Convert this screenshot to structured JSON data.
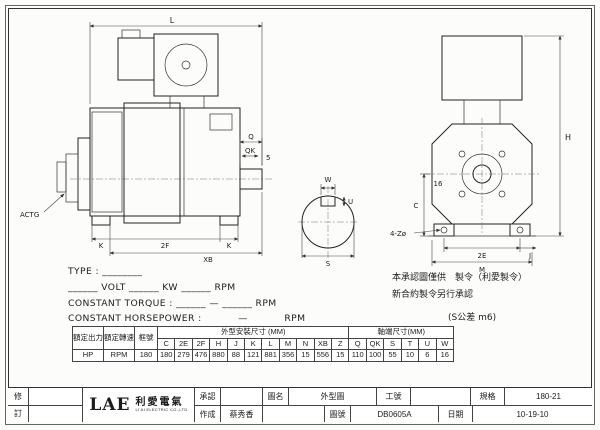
{
  "drawing": {
    "labels": {
      "L": "L",
      "Q": "Q",
      "QK": "QK",
      "five": "5",
      "K1": "K",
      "F2": "2F",
      "K2": "K",
      "XB": "XB",
      "ACTG": "ACTG",
      "W": "W",
      "U": "U",
      "S": "S",
      "H": "H",
      "C": "C",
      "sixteen": "16",
      "E2": "2E",
      "J": "J",
      "M": "M",
      "holes": "4-Zø"
    },
    "spec_lines": [
      "TYPE : ________",
      "______ VOLT ______ KW ______ RPM",
      "CONSTANT TORQUE : ______ — ______ RPM",
      "CONSTANT HORSEPOWER : ______ — ______ RPM"
    ],
    "notes": [
      "本承認圖僅供　製令（利愛製令）",
      "新合約製令另行承認"
    ],
    "tolerance_note": "(S公差 m6)"
  },
  "table": {
    "col_output": "額定出力",
    "col_speed": "額定轉速",
    "col_frame": "框號",
    "group_outline": "外型安裝尺寸 (MM)",
    "group_shaft": "軸端尺寸(MM)",
    "dim_cols": [
      "C",
      "2E",
      "2F",
      "H",
      "J",
      "K",
      "L",
      "M",
      "N",
      "XB",
      "Z",
      "Q",
      "QK",
      "S",
      "T",
      "U",
      "W"
    ],
    "row": {
      "output": "HP",
      "speed": "RPM",
      "frame": "180",
      "values": [
        "180",
        "279",
        "476",
        "880",
        "88",
        "121",
        "881",
        "356",
        "15",
        "556",
        "15",
        "110",
        "100",
        "55",
        "10",
        "6",
        "16"
      ]
    }
  },
  "titleblock": {
    "rev_top": "修",
    "rev_bottom": "訂",
    "logo": {
      "text": "LAE",
      "cn": "利愛電氣",
      "sub": "LI AI ELECTRIC CO.,LTD"
    },
    "approve_label": "承認",
    "approve_value": "",
    "make_label": "作成",
    "make_value": "蔡秀香",
    "name_label": "圖名",
    "name_value": "外型圖",
    "work_label": "工號",
    "work_value": "",
    "spec_label": "規格",
    "spec_value": "180-21",
    "dwg_label": "圖號",
    "dwg_value": "DB0605A",
    "date_label": "日期",
    "date_value": "10-19-10"
  }
}
